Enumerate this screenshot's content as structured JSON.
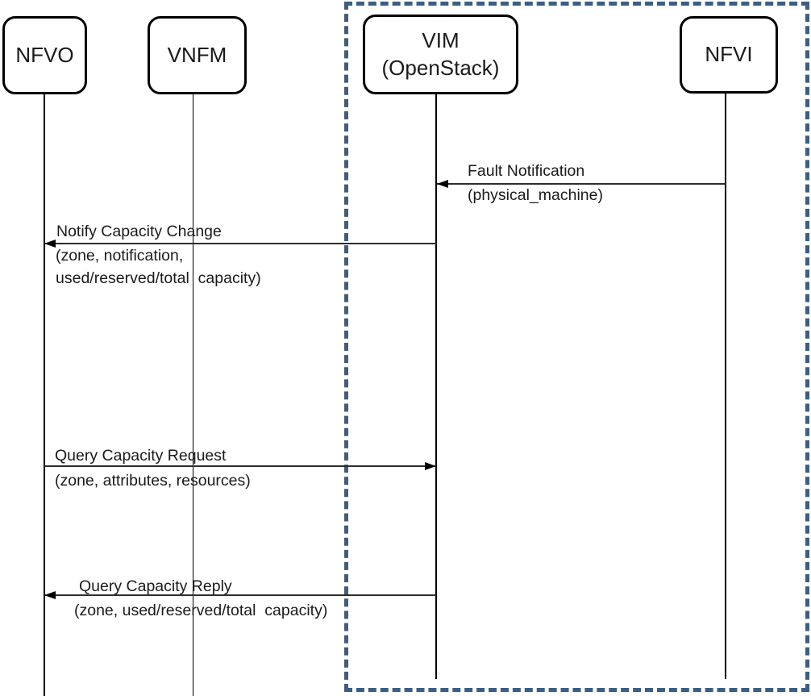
{
  "diagram_type": "sequence-diagram",
  "actors": [
    {
      "id": "nfvo",
      "label": "NFVO"
    },
    {
      "id": "vnfm",
      "label": "VNFM"
    },
    {
      "id": "vim",
      "label": "VIM\n(OpenStack)"
    },
    {
      "id": "nfvi",
      "label": "NFVI"
    }
  ],
  "boundary": {
    "style": "dashed",
    "encloses": [
      "vim",
      "nfvi"
    ]
  },
  "messages": {
    "fault": {
      "from": "nfvi",
      "to": "vim",
      "title": "Fault Notification",
      "details": [
        "(physical_machine)"
      ]
    },
    "notify": {
      "from": "vim",
      "to": "nfvo",
      "title": "Notify Capacity Change",
      "details": [
        "(zone, notification,",
        "used/reserved/total  capacity)"
      ]
    },
    "request": {
      "from": "nfvo",
      "to": "vim",
      "title": "Query Capacity Request",
      "details": [
        "(zone, attributes, resources)"
      ]
    },
    "reply": {
      "from": "vim",
      "to": "nfvo",
      "title": "Query Capacity Reply",
      "details": [
        "(zone, used/reserved/total  capacity)"
      ]
    }
  },
  "colors": {
    "boundary_dash": "#3a5e85",
    "line": "#000000",
    "text": "#1a1a1a",
    "background": "#ffffff"
  }
}
